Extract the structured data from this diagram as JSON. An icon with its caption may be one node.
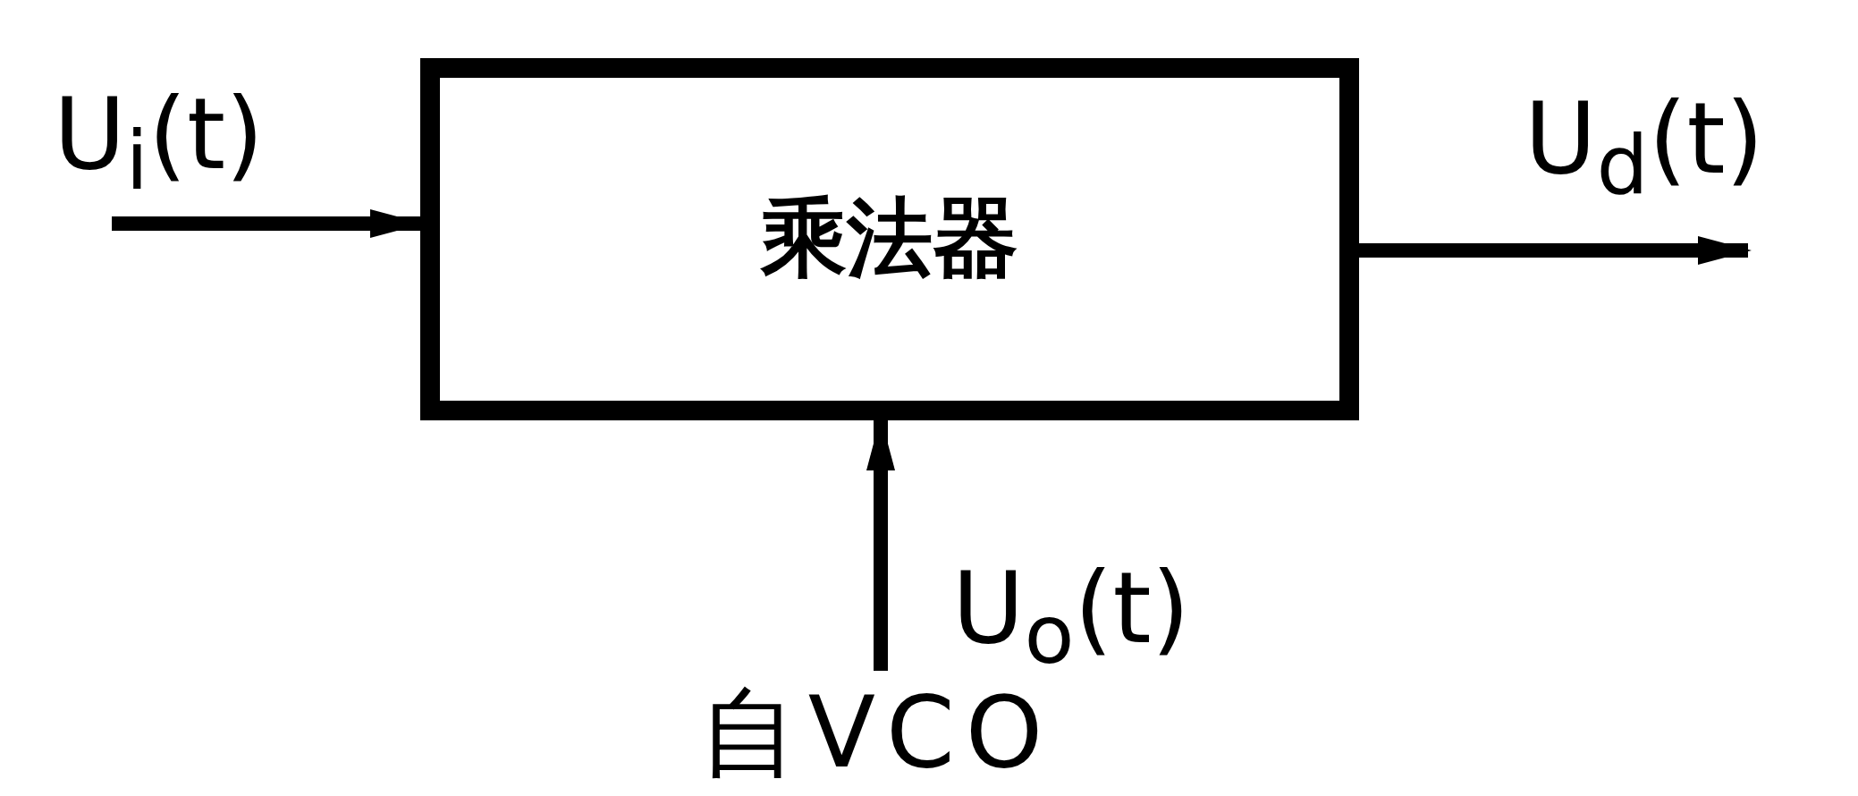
{
  "diagram": {
    "nodes": [
      {
        "text": [
          "乘法器"
        ]
      },
      {
        "text": [
          "自VCO"
        ]
      }
    ],
    "edges": [
      {
        "from": null,
        "to": 0,
        "arrow": "to",
        "label": "U$_{i}$(t)"
      },
      {
        "from": 0,
        "to": null,
        "arrow": "to",
        "label": "U$_{d}$(t)"
      },
      {
        "from": 1,
        "to": 0,
        "arrow": "to",
        "label": "U$_{o}$(t)"
      }
    ]
  }
}
